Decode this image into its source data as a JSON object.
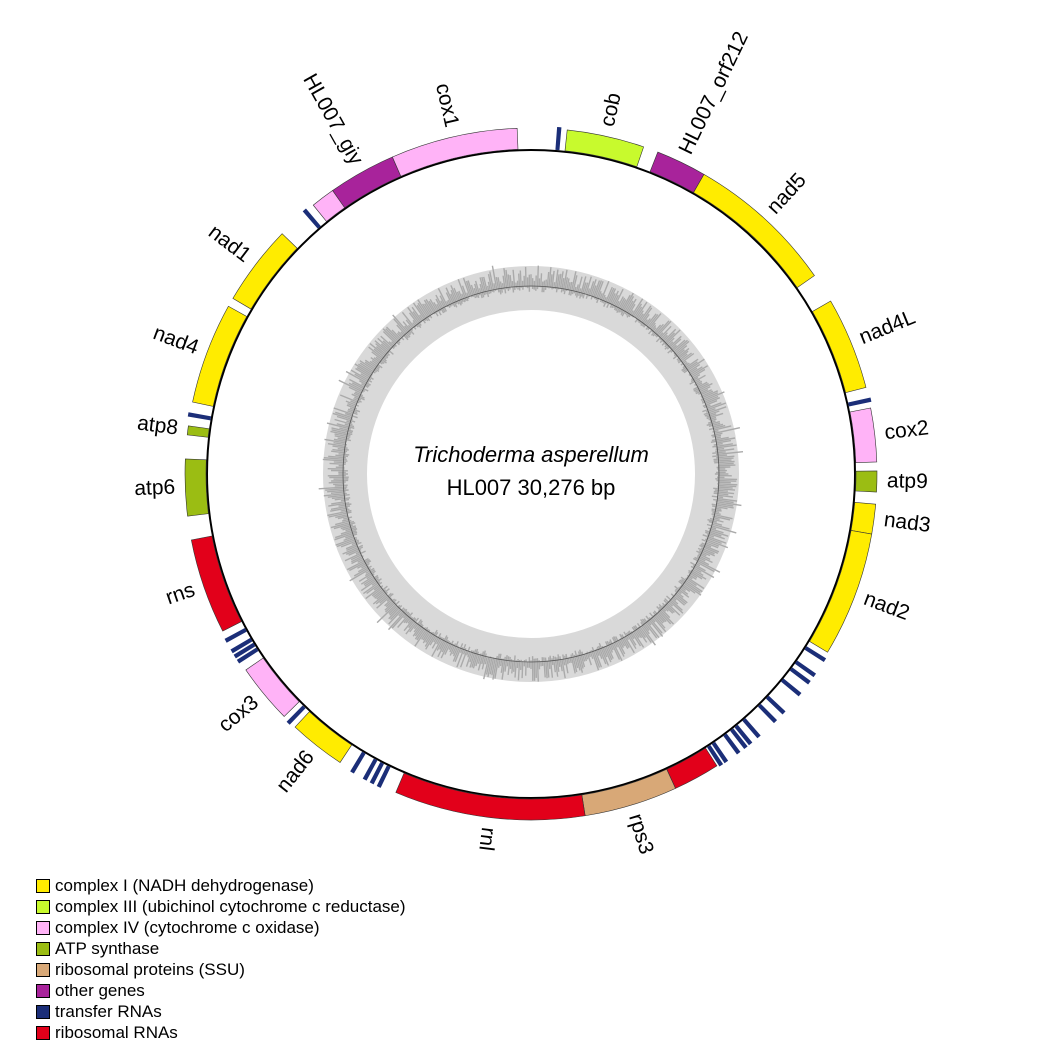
{
  "title": {
    "organism": "Trichoderma asperellum",
    "strain_and_size": "HL007  30,276 bp"
  },
  "genome_length_bp": 30276,
  "categories": {
    "c1": {
      "label": "complex I (NADH dehydrogenase)",
      "color": "#ffec00"
    },
    "c3": {
      "label": "complex III (ubichinol cytochrome c reductase)",
      "color": "#c8fa2d"
    },
    "c4": {
      "label": "complex IV (cytochrome c oxidase)",
      "color": "#ffb3f7"
    },
    "atp": {
      "label": "ATP synthase",
      "color": "#9bbd13"
    },
    "rp": {
      "label": "ribosomal proteins (SSU)",
      "color": "#d8a877"
    },
    "other": {
      "label": "other genes",
      "color": "#a8239b"
    },
    "trna": {
      "label": "transfer RNAs",
      "color": "#1b2e78"
    },
    "rrna": {
      "label": "ribosomal RNAs",
      "color": "#e2001a"
    }
  },
  "legend_order": [
    "c1",
    "c3",
    "c4",
    "atp",
    "rp",
    "other",
    "trna",
    "rrna"
  ],
  "genes": [
    {
      "name": "cob",
      "cat": "c3",
      "segments": [
        [
          505,
          1598
        ]
      ]
    },
    {
      "name": "HL007_orf212",
      "cat": "other",
      "segments": [
        [
          1808,
          2523
        ]
      ]
    },
    {
      "name": "nad5",
      "cat": "c1",
      "segments": [
        [
          2523,
          4626
        ]
      ]
    },
    {
      "name": "nad4L",
      "cat": "c1",
      "segments": [
        [
          5046,
          6350
        ]
      ]
    },
    {
      "name": "cox2",
      "cat": "c4",
      "segments": [
        [
          6644,
          7401
        ]
      ]
    },
    {
      "name": "atp9",
      "cat": "atp",
      "segments": [
        [
          7527,
          7821
        ]
      ]
    },
    {
      "name": "nad3",
      "cat": "c1",
      "segments": [
        [
          7990,
          8410
        ]
      ]
    },
    {
      "name": "nad2",
      "cat": "c1",
      "segments": [
        [
          8410,
          10177
        ]
      ]
    },
    {
      "name": "rps3",
      "cat": "rp",
      "segments": [
        [
          13061,
          14381
        ]
      ]
    },
    {
      "name": "rnl",
      "cat": "rrna",
      "segments": [
        [
          14381,
          17072
        ],
        [
          12405,
          13061
        ]
      ]
    },
    {
      "name": "nad6",
      "cat": "c1",
      "segments": [
        [
          17955,
          18754
        ]
      ]
    },
    {
      "name": "cox3",
      "cat": "c4",
      "segments": [
        [
          18965,
          19806
        ]
      ]
    },
    {
      "name": "rns",
      "cat": "rrna",
      "segments": [
        [
          20436,
          21782
        ]
      ]
    },
    {
      "name": "atp6",
      "cat": "atp",
      "segments": [
        [
          22118,
          22917
        ]
      ]
    },
    {
      "name": "atp8",
      "cat": "atp",
      "segments": [
        [
          23253,
          23380
        ]
      ]
    },
    {
      "name": "nad4",
      "cat": "c1",
      "segments": [
        [
          23716,
          25146
        ]
      ]
    },
    {
      "name": "nad1",
      "cat": "c1",
      "segments": [
        [
          25272,
          26407
        ]
      ]
    },
    {
      "name": "HL007_giy",
      "cat": "other",
      "segments": [
        [
          27333,
          28290
        ]
      ]
    },
    {
      "name": "cox1",
      "cat": "c4",
      "segments": [
        [
          28290,
          30083
        ],
        [
          26996,
          27333
        ]
      ]
    }
  ],
  "trna_positions": [
    362,
    6501,
    10260,
    10513,
    10639,
    10849,
    11185,
    11354,
    11665,
    11816,
    11900,
    12026,
    12236,
    12320,
    17291,
    17400,
    17510,
    17711,
    18830,
    19932,
    20016,
    20100,
    20268,
    23506,
    26828
  ]
}
